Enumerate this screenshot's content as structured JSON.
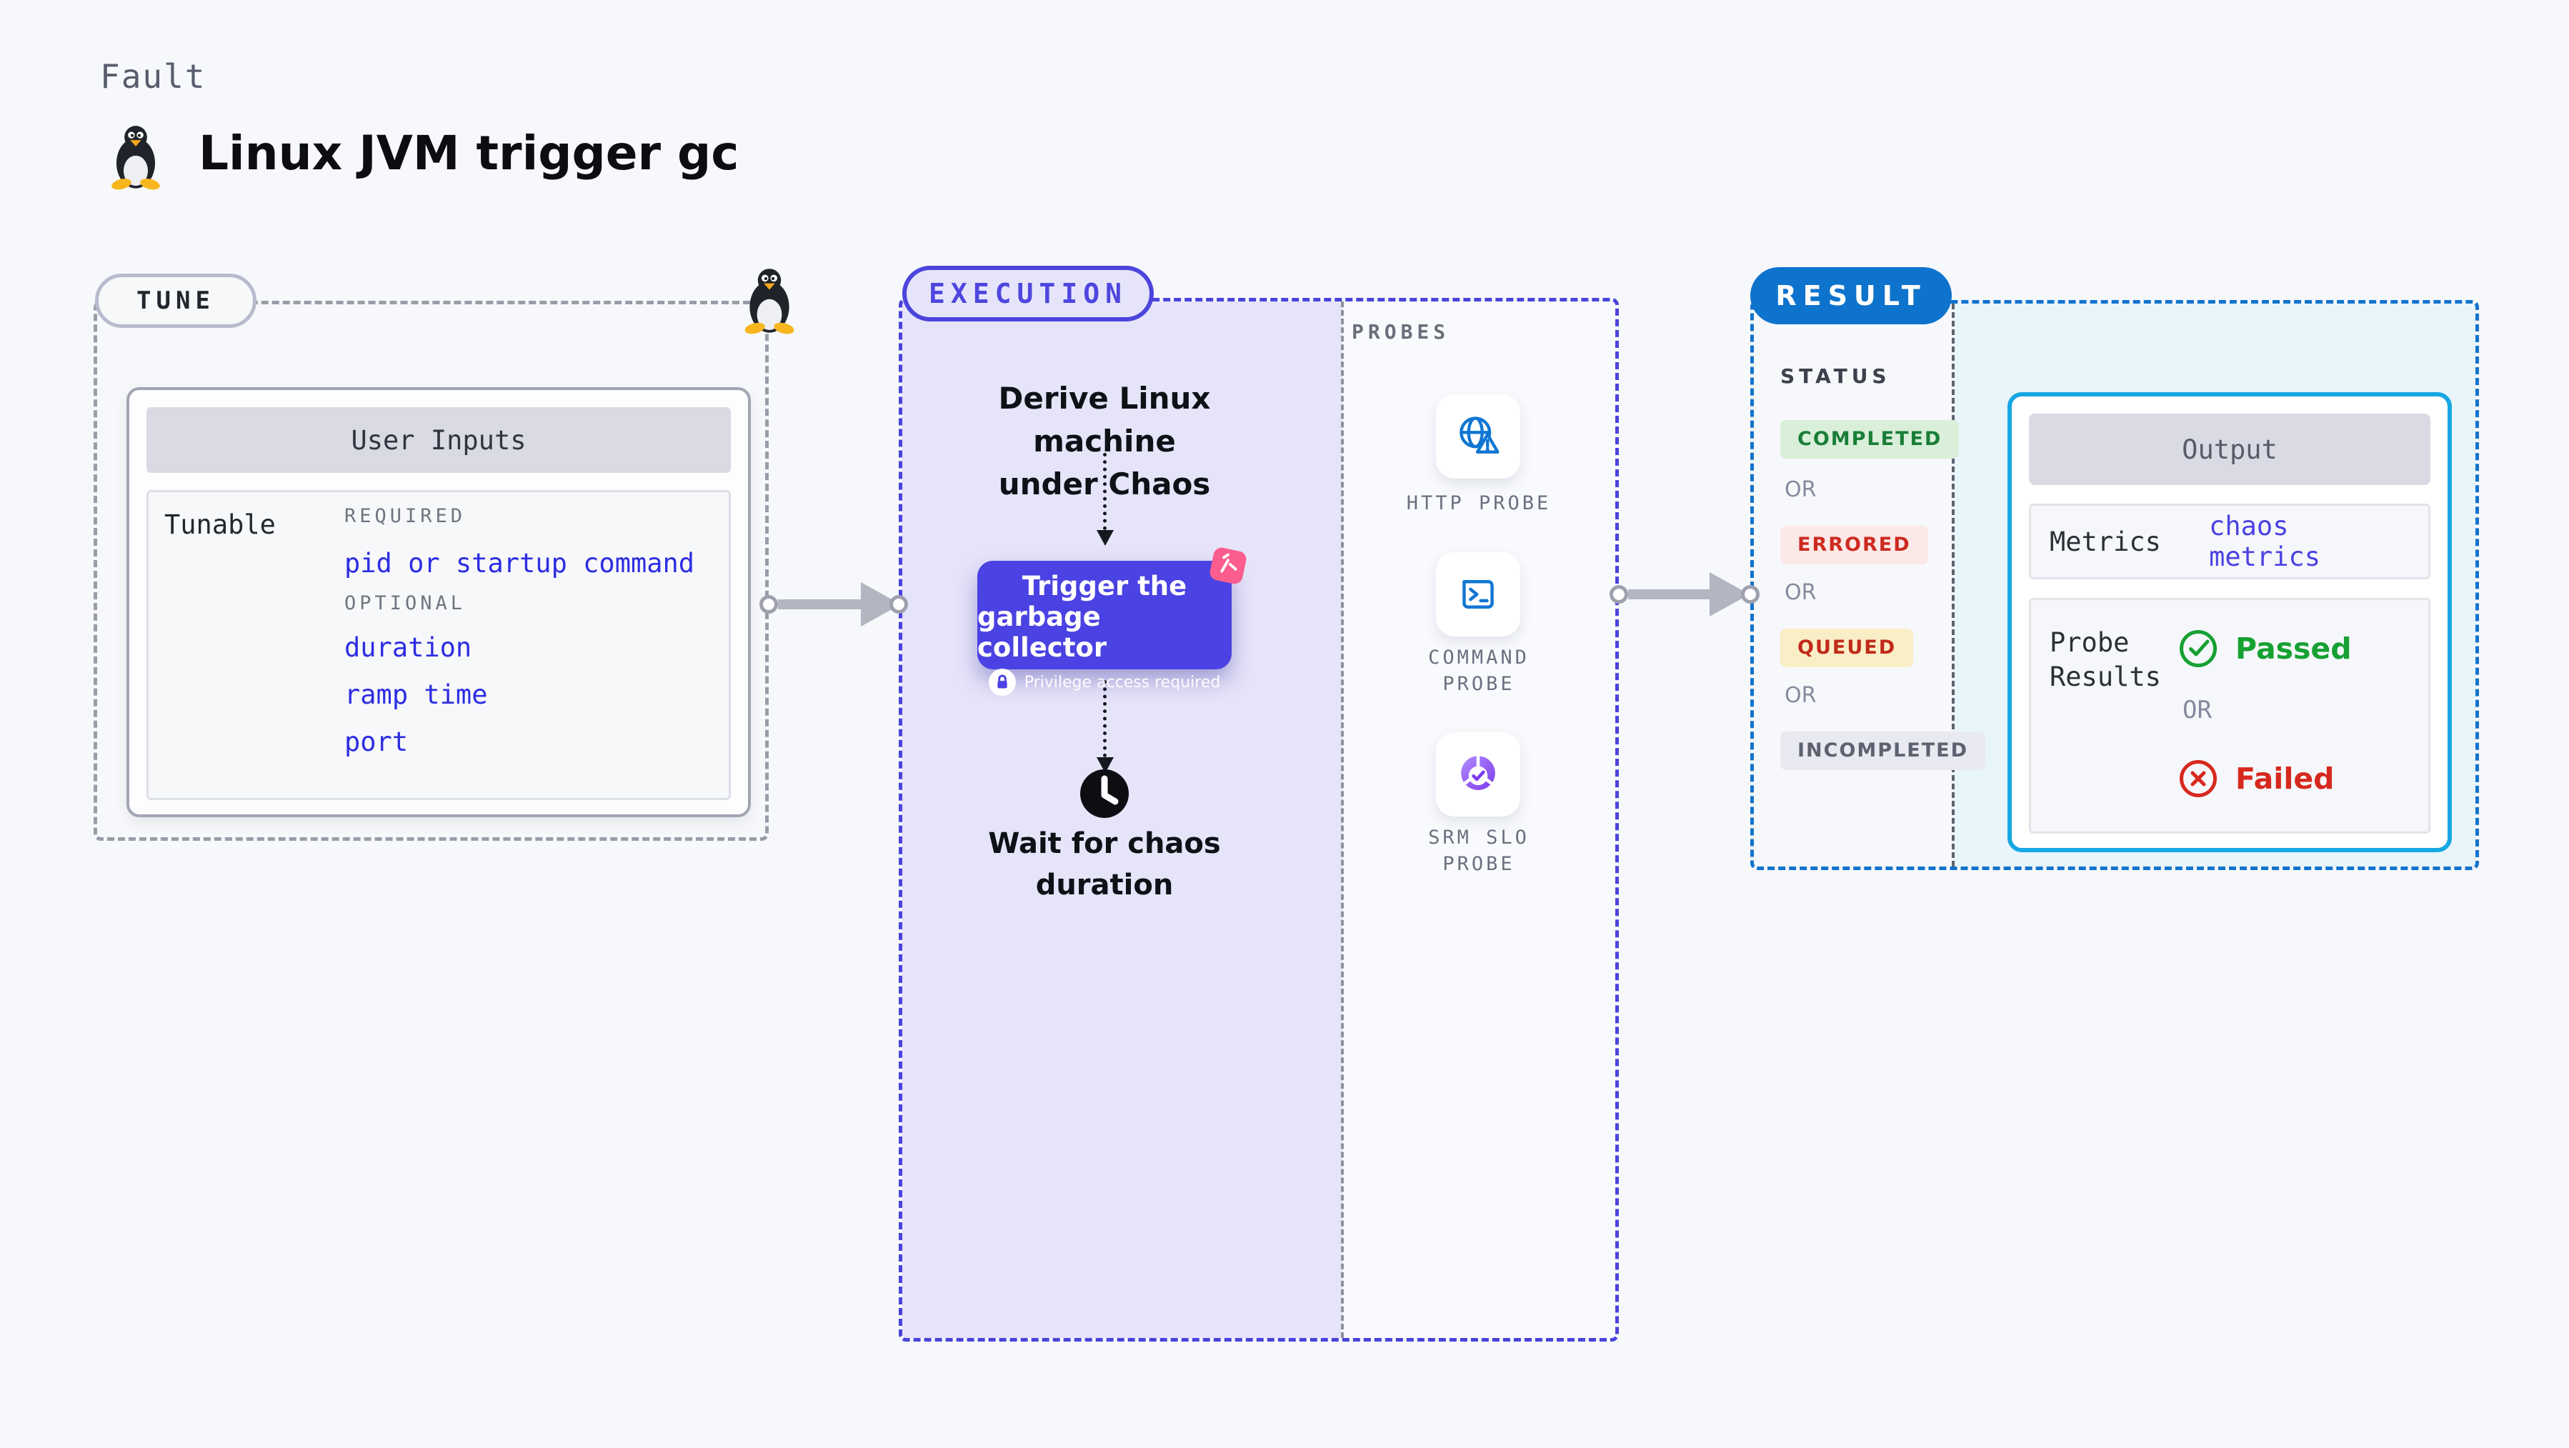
{
  "header": {
    "category_label": "Fault",
    "title": "Linux JVM trigger gc",
    "title_icon": "tux-penguin-icon"
  },
  "colors": {
    "page_bg": "#f7f8fb",
    "tune_dash": "#9a9da8",
    "execution_accent": "#4a43dc",
    "execution_flow_bg": "#e6e4f9",
    "result_accent": "#0e73cc",
    "output_border": "#16a7e2",
    "button_bg": "#4a42e2",
    "chaos_pink": "#fb5d8e",
    "link_blue": "#2d2de2",
    "probe_icon_blue": "#1076d2",
    "passed_green": "#16a133",
    "failed_red": "#d6291e"
  },
  "tune": {
    "label": "TUNE",
    "card_title": "User Inputs",
    "row_label": "Tunable",
    "required_label": "REQUIRED",
    "required_item": "pid or startup command",
    "optional_label": "OPTIONAL",
    "optional_items": [
      "duration",
      "ramp time",
      "port"
    ]
  },
  "execution": {
    "label": "EXECUTION",
    "derive_line1": "Derive Linux machine",
    "derive_line2": "under Chaos",
    "button": {
      "line1": "Trigger the",
      "line2": "garbage collector",
      "privilege_note": "Privilege access required"
    },
    "wait_line1": "Wait for chaos",
    "wait_line2": "duration"
  },
  "probes": {
    "label": "PROBES",
    "items": [
      {
        "icon": "globe-alert-icon",
        "line1": "HTTP PROBE",
        "line2": ""
      },
      {
        "icon": "terminal-icon",
        "line1": "COMMAND",
        "line2": "PROBE"
      },
      {
        "icon": "donut-check-icon",
        "line1": "SRM SLO",
        "line2": "PROBE"
      }
    ]
  },
  "result": {
    "label": "RESULT",
    "status_label": "STATUS",
    "or_label": "OR",
    "statuses": [
      {
        "text": "COMPLETED",
        "bg": "#d9efd9",
        "color": "#1a7e38"
      },
      {
        "text": "ERRORED",
        "bg": "#fbe9e8",
        "color": "#cd2b20"
      },
      {
        "text": "QUEUED",
        "bg": "#faeec6",
        "color": "#c02a1b"
      },
      {
        "text": "INCOMPLETED",
        "bg": "#e9eaf1",
        "color": "#5d6271"
      }
    ],
    "output": {
      "title": "Output",
      "metrics_label": "Metrics",
      "metrics_value": "chaos metrics",
      "probe_line1": "Probe",
      "probe_line2": "Results",
      "passed_label": "Passed",
      "or_label": "OR",
      "failed_label": "Failed"
    }
  }
}
